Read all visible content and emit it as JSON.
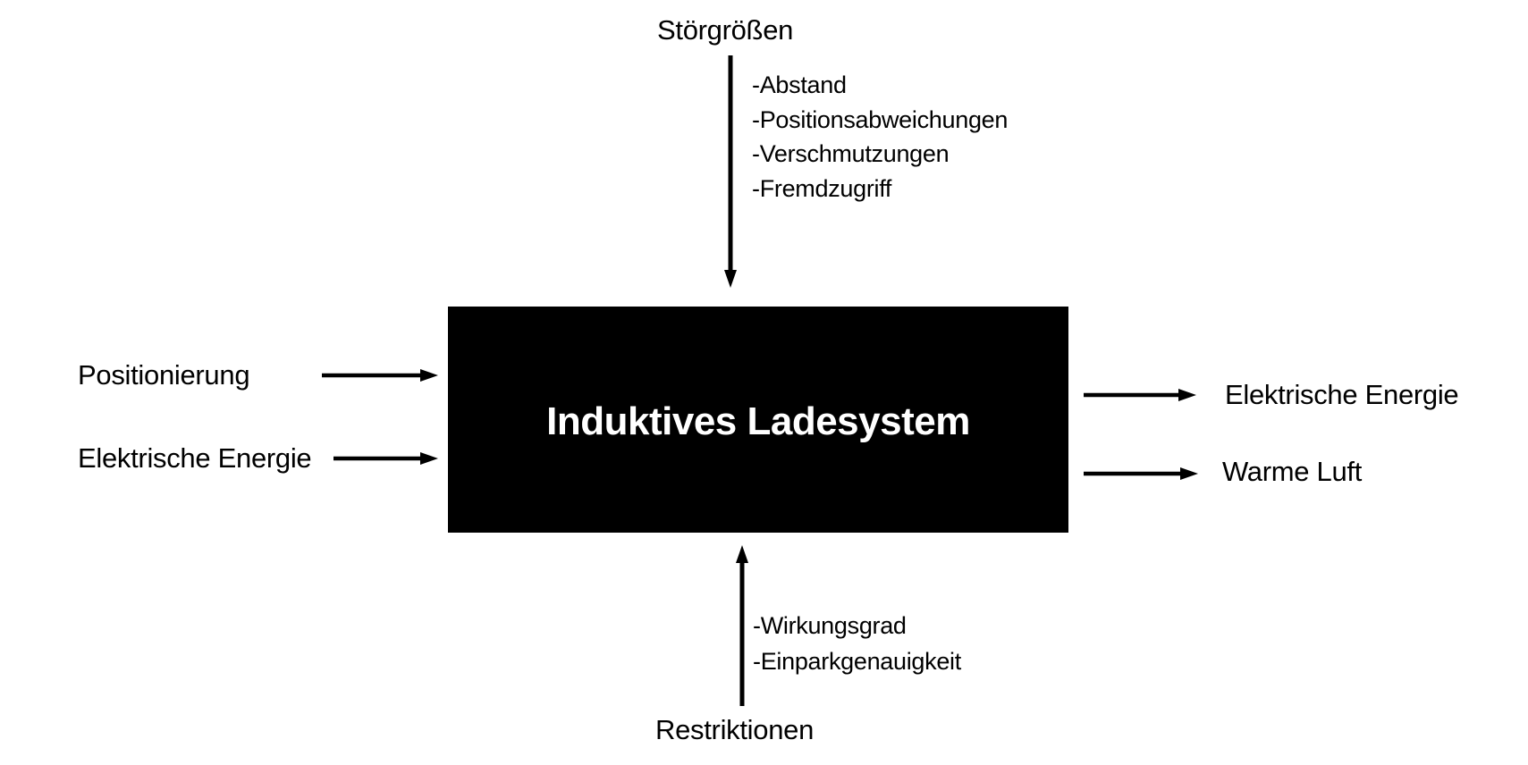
{
  "diagram": {
    "system_box": {
      "label": "Induktives Ladesystem"
    },
    "disturbances": {
      "title": "Störgrößen",
      "items": [
        "-Abstand",
        "-Positionsabweichungen",
        "-Verschmutzungen",
        "-Fremdzugriff"
      ]
    },
    "inputs": {
      "item1": "Positionierung",
      "item2": "Elektrische Energie"
    },
    "outputs": {
      "item1": "Elektrische Energie",
      "item2": "Warme Luft"
    },
    "restrictions": {
      "title": "Restriktionen",
      "items": [
        "-Wirkungsgrad",
        "-Einparkgenauigkeit"
      ]
    },
    "colors": {
      "background": "#ffffff",
      "box_fill": "#000000",
      "box_text": "#ffffff",
      "text": "#000000",
      "arrow": "#000000"
    }
  }
}
